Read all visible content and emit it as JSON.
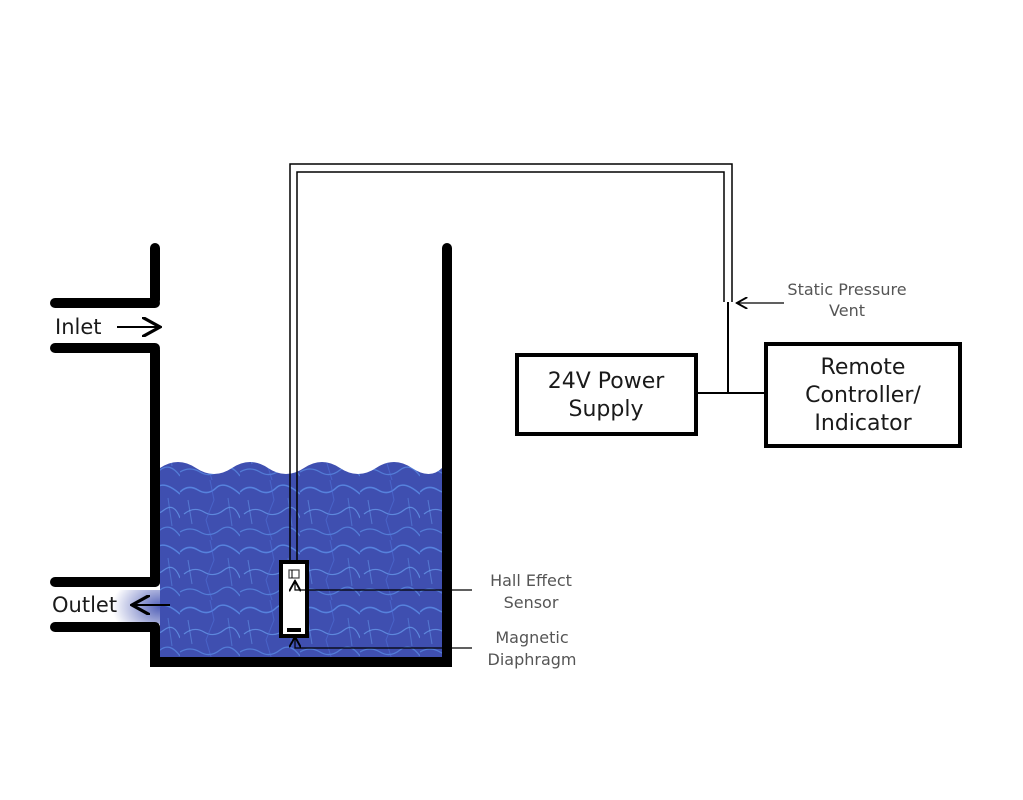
{
  "labels": {
    "inlet": "Inlet",
    "outlet": "Outlet",
    "vent_line1": "Static Pressure",
    "vent_line2": "Vent",
    "hall_line1": "Hall Effect",
    "hall_line2": "Sensor",
    "diaphragm_line1": "Magnetic",
    "diaphragm_line2": "Diaphragm"
  },
  "boxes": {
    "power_supply_line1": "24V Power",
    "power_supply_line2": "Supply",
    "controller_line1": "Remote",
    "controller_line2": "Controller/",
    "controller_line3": "Indicator"
  },
  "colors": {
    "water": "#3f4fb0",
    "water_highlight": "#5b8fe8",
    "tank_wall": "#000000",
    "label_gray": "#555555"
  }
}
